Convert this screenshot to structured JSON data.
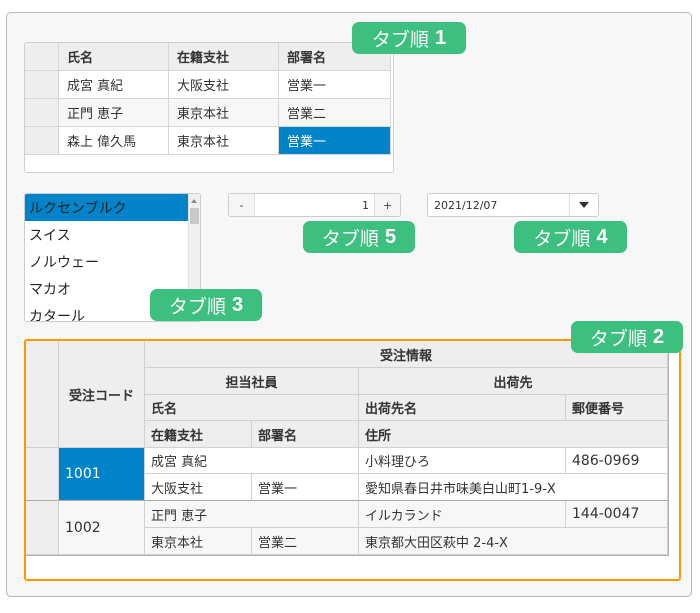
{
  "badges": {
    "tab1": {
      "label": "タブ順",
      "num": "1"
    },
    "tab2": {
      "label": "タブ順",
      "num": "2"
    },
    "tab3": {
      "label": "タブ順",
      "num": "3"
    },
    "tab4": {
      "label": "タブ順",
      "num": "4"
    },
    "tab5": {
      "label": "タブ順",
      "num": "5"
    }
  },
  "colors": {
    "accent_badge": "#3cbf7f",
    "selection": "#0083c8",
    "focus_border": "#ff9800"
  },
  "employee_grid": {
    "columns": [
      "氏名",
      "在籍支社",
      "部署名"
    ],
    "rows": [
      {
        "name": "成宮 真紀",
        "branch": "大阪支社",
        "dept": "営業一"
      },
      {
        "name": "正門 恵子",
        "branch": "東京本社",
        "dept": "営業二"
      },
      {
        "name": "森上 偉久馬",
        "branch": "東京本社",
        "dept": "営業一"
      }
    ],
    "selected_cell": {
      "row": 2,
      "column": "部署名"
    }
  },
  "country_list": {
    "items": [
      "ルクセンブルク",
      "スイス",
      "ノルウェー",
      "マカオ",
      "カタール"
    ],
    "selected": "ルクセンブルク"
  },
  "number_input": {
    "decrement_label": "-",
    "value": "1",
    "increment_label": "+"
  },
  "date_input": {
    "value": "2021/12/07",
    "dropdown_icon": "caret-down-icon"
  },
  "order_grid": {
    "headers": {
      "order_code": "受注コード",
      "order_info": "受注情報",
      "staff": "担当社員",
      "ship_to": "出荷先",
      "name": "氏名",
      "branch": "在籍支社",
      "dept": "部署名",
      "ship_name": "出荷先名",
      "postal": "郵便番号",
      "address": "住所"
    },
    "rows": [
      {
        "code": "1001",
        "name": "成宮 真紀",
        "branch": "大阪支社",
        "dept": "営業一",
        "ship_name": "小料理ひろ",
        "postal": "486-0969",
        "address": "愛知県春日井市味美白山町1-9-X"
      },
      {
        "code": "1002",
        "name": "正門 恵子",
        "branch": "東京本社",
        "dept": "営業二",
        "ship_name": "イルカランド",
        "postal": "144-0047",
        "address": "東京都大田区萩中 2-4-X"
      }
    ],
    "selected_cell": {
      "row": 0,
      "column": "受注コード"
    }
  }
}
